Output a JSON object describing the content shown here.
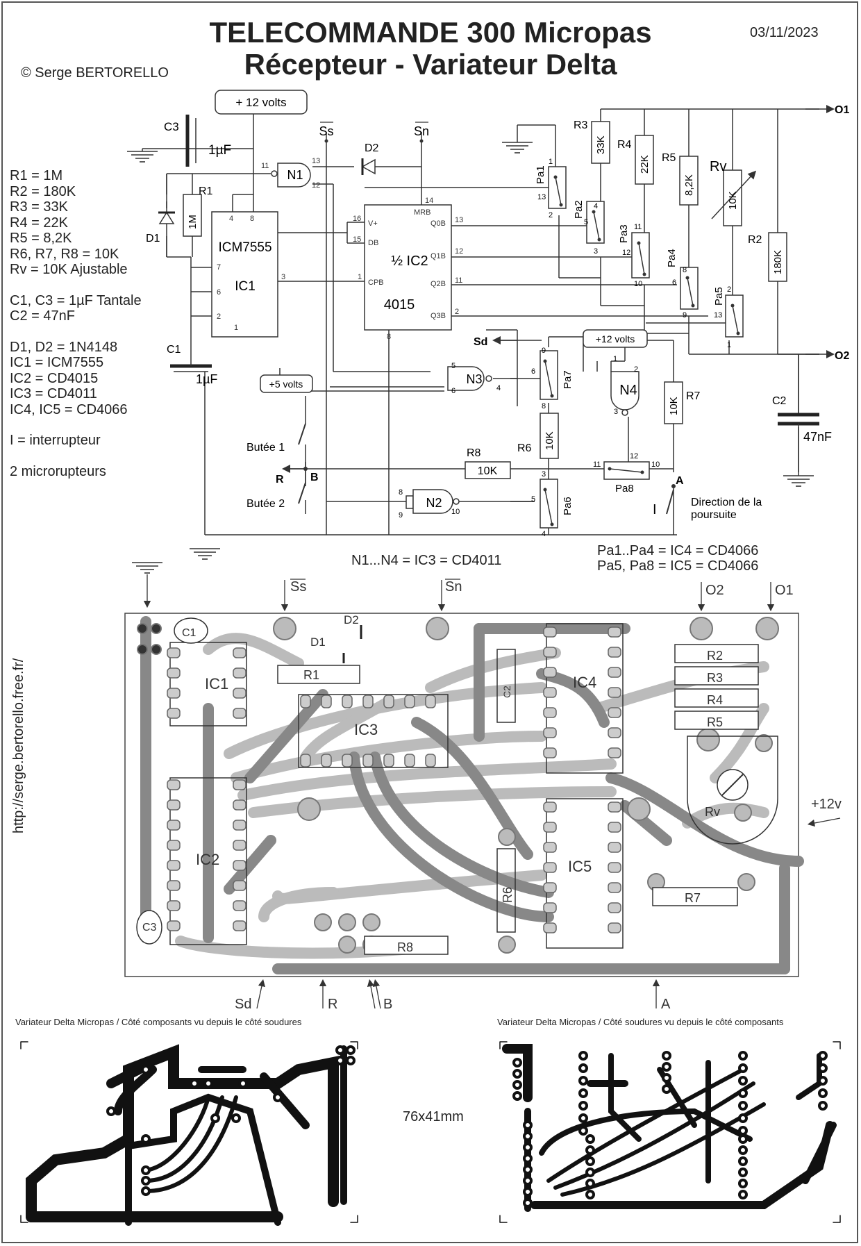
{
  "header": {
    "title_line1": "TELECOMMANDE 300 Micropas",
    "title_line2": "Récepteur - Variateur Delta",
    "date": "03/11/2023",
    "copyright": "© Serge BERTORELLO"
  },
  "parts_list": [
    "R1 = 1M",
    "R2 = 180K",
    "R3 = 33K",
    "R4 = 22K",
    "R5 = 8,2K",
    "R6, R7, R8 = 10K",
    "Rv = 10K Ajustable",
    "",
    "C1, C3 = 1µF Tantale",
    "C2 = 47nF",
    "",
    "D1, D2 = 1N4148",
    "IC1 = ICM7555",
    "IC2 = CD4015",
    "IC3 = CD4011",
    "IC4, IC5 = CD4066",
    "",
    "I = interrupteur",
    "",
    "2 microrupteurs"
  ],
  "schematic": {
    "supply_12v": "+ 12 volts",
    "supply_12v_small": "+12 volts",
    "supply_5v": "+5 volts",
    "c3": "C3",
    "c3_value": "1µF",
    "c1": "C1",
    "c1_value": "1µF",
    "c2": "C2",
    "c2_value": "47nF",
    "r1": "R1",
    "r1_value": "1M",
    "d1": "D1",
    "d2": "D2",
    "ic1_name": "ICM7555",
    "ic1_ref": "IC1",
    "ic2_name": "½ IC2",
    "ic2_ref": "4015",
    "n1": "N1",
    "n2": "N2",
    "n3": "N3",
    "n4": "N4",
    "ss": "Ss",
    "sn": "Sn",
    "sd": "Sd",
    "r3": "R3",
    "r3_value": "33K",
    "r4": "R4",
    "r4_value": "22K",
    "r5": "R5",
    "r5_value": "8,2K",
    "rv": "Rv",
    "rv_value": "10K",
    "r2": "R2",
    "r2_value": "180K",
    "r6": "R6",
    "r6_value": "10K",
    "r7": "R7",
    "r7_value": "10K",
    "r8": "R8",
    "r8_value": "10K",
    "pa1": "Pa1",
    "pa2": "Pa2",
    "pa3": "Pa3",
    "pa4": "Pa4",
    "pa5": "Pa5",
    "pa6": "Pa6",
    "pa7": "Pa7",
    "pa8": "Pa8",
    "o1": "O1",
    "o2": "O2",
    "butee1": "Butée 1",
    "butee2": "Butée 2",
    "r_label": "R",
    "b_label": "B",
    "a_label": "A",
    "i_label": "I",
    "direction1": "Direction de la",
    "direction2": "poursuite",
    "n_note": "N1...N4 = IC3 = CD4011",
    "pa_note1": "Pa1..Pa4 = IC4 = CD4066",
    "pa_note2": "Pa5, Pa8 = IC5 = CD4066",
    "pin_labels": {
      "v_plus": "V+",
      "db": "DB",
      "cpb": "CPB",
      "mrb": "MRB",
      "q0b": "Q0B",
      "q1b": "Q1B",
      "q2b": "Q2B",
      "q3b": "Q3B"
    }
  },
  "pcb": {
    "ic_labels": [
      "IC1",
      "IC2",
      "IC3",
      "IC4",
      "IC5"
    ],
    "comp_labels": [
      "C1",
      "C2",
      "C3",
      "D1",
      "D2",
      "R1",
      "R2",
      "R3",
      "R4",
      "R5",
      "R6",
      "R7",
      "R8",
      "Rv"
    ],
    "top_connectors": [
      "Ss",
      "Sn",
      "O2",
      "O1"
    ],
    "bottom_connectors": [
      "Sd",
      "R",
      "B",
      "A"
    ],
    "supply": "+12v"
  },
  "footer": {
    "url": "http://serge.bertorello.free.fr/",
    "caption_left": "Variateur Delta Micropas  / Côté composants vu depuis le côté soudures",
    "caption_right": "Variateur Delta Micropas / Côté soudures vu depuis le côté composants",
    "dimensions": "76x41mm"
  }
}
